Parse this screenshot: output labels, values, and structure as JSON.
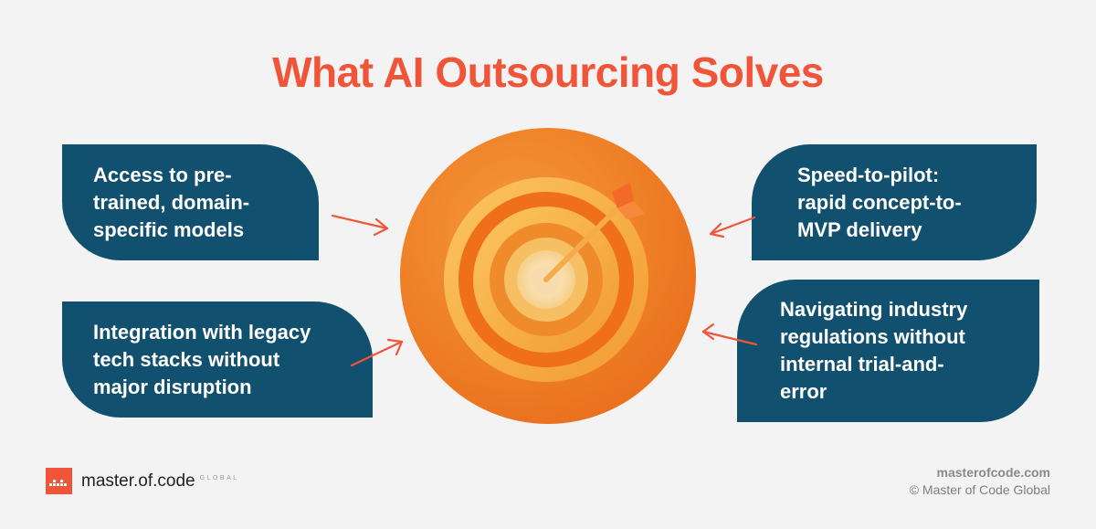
{
  "title": "What AI Outsourcing Solves",
  "cards": [
    {
      "text": "Access to pre-\ntrained, domain-\nspecific models"
    },
    {
      "text": "Integration with legacy\ntech stacks without\nmajor disruption"
    },
    {
      "text": "Speed-to-pilot:\nrapid concept-to-\nMVP delivery"
    },
    {
      "text": "Navigating industry\nregulations without\ninternal trial-and-\nerror"
    }
  ],
  "logo": {
    "name": "master.of.code",
    "tagline": "GLOBAL"
  },
  "footer": {
    "site": "masterofcode.com",
    "copyright": "© Master of Code Global"
  },
  "colors": {
    "accent": "#f0553a",
    "card": "#12506f",
    "target": "#f08a2a",
    "background": "#f3f3f3"
  },
  "icons": [
    "target-icon",
    "dart-icon",
    "arrow-icon",
    "logo-icon"
  ]
}
